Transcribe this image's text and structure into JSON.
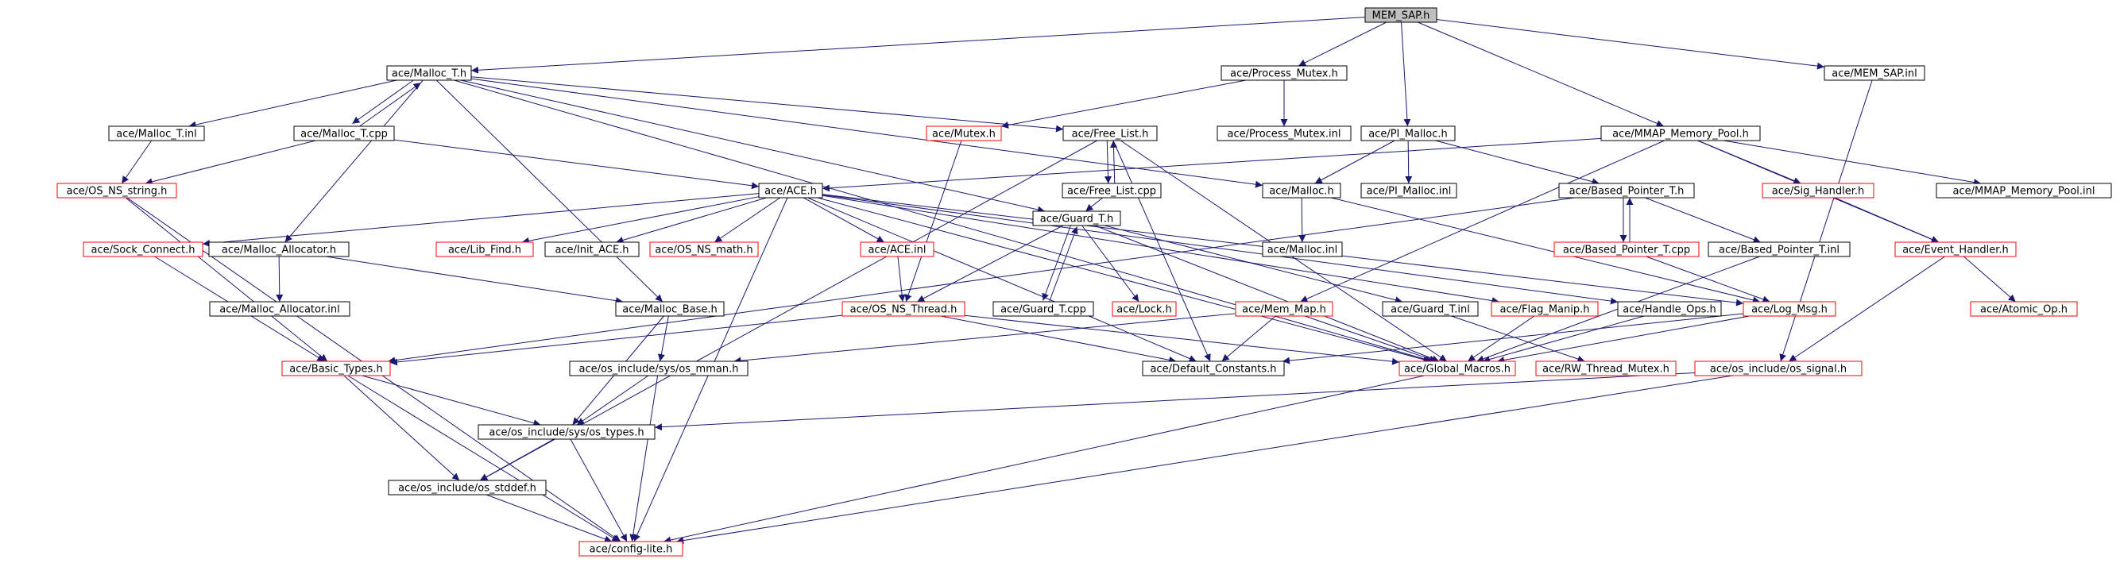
{
  "colors": {
    "edge": "#191970",
    "node_border_default": "#000000",
    "node_border_linked": "#ff0000",
    "root_fill": "#bfbfbf",
    "node_fill": "#ffffff"
  },
  "nodes": [
    {
      "id": "mem_sap_h",
      "label": "MEM_SAP.h",
      "border": "black",
      "root": true
    },
    {
      "id": "malloc_t_h",
      "label": "ace/Malloc_T.h",
      "border": "black"
    },
    {
      "id": "process_mutex_h",
      "label": "ace/Process_Mutex.h",
      "border": "black"
    },
    {
      "id": "mem_sap_inl",
      "label": "ace/MEM_SAP.inl",
      "border": "black"
    },
    {
      "id": "malloc_t_inl",
      "label": "ace/Malloc_T.inl",
      "border": "black"
    },
    {
      "id": "malloc_t_cpp",
      "label": "ace/Malloc_T.cpp",
      "border": "black"
    },
    {
      "id": "mutex_h",
      "label": "ace/Mutex.h",
      "border": "red"
    },
    {
      "id": "free_list_h",
      "label": "ace/Free_List.h",
      "border": "black"
    },
    {
      "id": "process_mutex_inl",
      "label": "ace/Process_Mutex.inl",
      "border": "black"
    },
    {
      "id": "pi_malloc_h",
      "label": "ace/PI_Malloc.h",
      "border": "black"
    },
    {
      "id": "mmap_memory_pool_h",
      "label": "ace/MMAP_Memory_Pool.h",
      "border": "black"
    },
    {
      "id": "os_ns_string_h",
      "label": "ace/OS_NS_string.h",
      "border": "red"
    },
    {
      "id": "free_list_cpp",
      "label": "ace/Free_List.cpp",
      "border": "black"
    },
    {
      "id": "ace_h",
      "label": "ace/ACE.h",
      "border": "black"
    },
    {
      "id": "malloc_h",
      "label": "ace/Malloc.h",
      "border": "black"
    },
    {
      "id": "pi_malloc_inl",
      "label": "ace/PI_Malloc.inl",
      "border": "black"
    },
    {
      "id": "based_pointer_t_h",
      "label": "ace/Based_Pointer_T.h",
      "border": "black"
    },
    {
      "id": "sig_handler_h",
      "label": "ace/Sig_Handler.h",
      "border": "red"
    },
    {
      "id": "mmap_memory_pool_inl",
      "label": "ace/MMAP_Memory_Pool.inl",
      "border": "black"
    },
    {
      "id": "sock_connect_h",
      "label": "ace/Sock_Connect.h",
      "border": "red"
    },
    {
      "id": "malloc_allocator_h",
      "label": "ace/Malloc_Allocator.h",
      "border": "black"
    },
    {
      "id": "lib_find_h",
      "label": "ace/Lib_Find.h",
      "border": "red"
    },
    {
      "id": "init_ace_h",
      "label": "ace/Init_ACE.h",
      "border": "black"
    },
    {
      "id": "os_ns_math_h",
      "label": "ace/OS_NS_math.h",
      "border": "red"
    },
    {
      "id": "ace_inl",
      "label": "ace/ACE.inl",
      "border": "red"
    },
    {
      "id": "guard_t_h",
      "label": "ace/Guard_T.h",
      "border": "black"
    },
    {
      "id": "malloc_inl",
      "label": "ace/Malloc.inl",
      "border": "black"
    },
    {
      "id": "based_pointer_t_cpp",
      "label": "ace/Based_Pointer_T.cpp",
      "border": "red"
    },
    {
      "id": "based_pointer_t_inl",
      "label": "ace/Based_Pointer_T.inl",
      "border": "black"
    },
    {
      "id": "event_handler_h",
      "label": "ace/Event_Handler.h",
      "border": "red"
    },
    {
      "id": "malloc_allocator_inl",
      "label": "ace/Malloc_Allocator.inl",
      "border": "black"
    },
    {
      "id": "malloc_base_h",
      "label": "ace/Malloc_Base.h",
      "border": "black"
    },
    {
      "id": "os_ns_thread_h",
      "label": "ace/OS_NS_Thread.h",
      "border": "red"
    },
    {
      "id": "guard_t_cpp",
      "label": "ace/Guard_T.cpp",
      "border": "black"
    },
    {
      "id": "lock_h",
      "label": "ace/Lock.h",
      "border": "red"
    },
    {
      "id": "mem_map_h",
      "label": "ace/Mem_Map.h",
      "border": "red"
    },
    {
      "id": "guard_t_inl",
      "label": "ace/Guard_T.inl",
      "border": "black"
    },
    {
      "id": "flag_manip_h",
      "label": "ace/Flag_Manip.h",
      "border": "red"
    },
    {
      "id": "handle_ops_h",
      "label": "ace/Handle_Ops.h",
      "border": "black"
    },
    {
      "id": "log_msg_h",
      "label": "ace/Log_Msg.h",
      "border": "red"
    },
    {
      "id": "atomic_op_h",
      "label": "ace/Atomic_Op.h",
      "border": "red"
    },
    {
      "id": "basic_types_h",
      "label": "ace/Basic_Types.h",
      "border": "red"
    },
    {
      "id": "os_mman_h",
      "label": "ace/os_include/sys/os_mman.h",
      "border": "black"
    },
    {
      "id": "default_constants_h",
      "label": "ace/Default_Constants.h",
      "border": "black"
    },
    {
      "id": "global_macros_h",
      "label": "ace/Global_Macros.h",
      "border": "red"
    },
    {
      "id": "rw_thread_mutex_h",
      "label": "ace/RW_Thread_Mutex.h",
      "border": "red"
    },
    {
      "id": "os_signal_h",
      "label": "ace/os_include/os_signal.h",
      "border": "red"
    },
    {
      "id": "os_types_h",
      "label": "ace/os_include/sys/os_types.h",
      "border": "black"
    },
    {
      "id": "os_stddef_h",
      "label": "ace/os_include/os_stddef.h",
      "border": "black"
    },
    {
      "id": "config_lite_h",
      "label": "ace/config-lite.h",
      "border": "red"
    }
  ],
  "edges": [
    [
      "mem_sap_h",
      "malloc_t_h"
    ],
    [
      "mem_sap_h",
      "process_mutex_h"
    ],
    [
      "mem_sap_h",
      "pi_malloc_h"
    ],
    [
      "mem_sap_h",
      "mmap_memory_pool_h"
    ],
    [
      "mem_sap_h",
      "mem_sap_inl"
    ],
    [
      "malloc_t_h",
      "malloc_t_inl"
    ],
    [
      "malloc_t_h",
      "malloc_t_cpp"
    ],
    [
      "malloc_t_h",
      "malloc_allocator_h"
    ],
    [
      "malloc_t_h",
      "malloc_base_h"
    ],
    [
      "malloc_t_h",
      "free_list_h"
    ],
    [
      "malloc_t_h",
      "guard_t_h"
    ],
    [
      "malloc_t_h",
      "malloc_h"
    ],
    [
      "malloc_t_h",
      "global_macros_h"
    ],
    [
      "malloc_t_cpp",
      "malloc_t_h"
    ],
    [
      "malloc_t_cpp",
      "os_ns_string_h"
    ],
    [
      "malloc_t_cpp",
      "ace_h"
    ],
    [
      "malloc_t_inl",
      "os_ns_string_h"
    ],
    [
      "process_mutex_h",
      "mutex_h"
    ],
    [
      "process_mutex_h",
      "process_mutex_inl"
    ],
    [
      "mutex_h",
      "os_ns_thread_h"
    ],
    [
      "free_list_h",
      "free_list_cpp"
    ],
    [
      "free_list_cpp",
      "free_list_h"
    ],
    [
      "free_list_cpp",
      "guard_t_h"
    ],
    [
      "free_list_h",
      "default_constants_h"
    ],
    [
      "free_list_h",
      "global_macros_h"
    ],
    [
      "free_list_h",
      "os_stddef_h"
    ],
    [
      "pi_malloc_h",
      "malloc_h"
    ],
    [
      "pi_malloc_h",
      "pi_malloc_inl"
    ],
    [
      "pi_malloc_h",
      "based_pointer_t_h"
    ],
    [
      "mmap_memory_pool_h",
      "ace_h"
    ],
    [
      "mmap_memory_pool_h",
      "sig_handler_h"
    ],
    [
      "mmap_memory_pool_h",
      "mmap_memory_pool_inl"
    ],
    [
      "mmap_memory_pool_h",
      "mem_map_h"
    ],
    [
      "mmap_memory_pool_h",
      "event_handler_h"
    ],
    [
      "mem_sap_inl",
      "os_signal_h"
    ],
    [
      "os_ns_string_h",
      "basic_types_h"
    ],
    [
      "os_ns_string_h",
      "config_lite_h"
    ],
    [
      "ace_h",
      "sock_connect_h"
    ],
    [
      "ace_h",
      "lib_find_h"
    ],
    [
      "ace_h",
      "init_ace_h"
    ],
    [
      "ace_h",
      "os_ns_math_h"
    ],
    [
      "ace_h",
      "ace_inl"
    ],
    [
      "ace_h",
      "default_constants_h"
    ],
    [
      "ace_h",
      "flag_manip_h"
    ],
    [
      "ace_h",
      "handle_ops_h"
    ],
    [
      "ace_h",
      "global_macros_h"
    ],
    [
      "ace_h",
      "config_lite_h"
    ],
    [
      "ace_h",
      "log_msg_h"
    ],
    [
      "malloc_h",
      "malloc_inl"
    ],
    [
      "malloc_h",
      "log_msg_h"
    ],
    [
      "based_pointer_t_h",
      "based_pointer_t_cpp"
    ],
    [
      "based_pointer_t_cpp",
      "based_pointer_t_h"
    ],
    [
      "based_pointer_t_h",
      "based_pointer_t_inl"
    ],
    [
      "based_pointer_t_h",
      "basic_types_h"
    ],
    [
      "based_pointer_t_cpp",
      "log_msg_h"
    ],
    [
      "based_pointer_t_inl",
      "global_macros_h"
    ],
    [
      "sig_handler_h",
      "event_handler_h"
    ],
    [
      "event_handler_h",
      "atomic_op_h"
    ],
    [
      "event_handler_h",
      "os_signal_h"
    ],
    [
      "sock_connect_h",
      "basic_types_h"
    ],
    [
      "malloc_allocator_h",
      "malloc_allocator_inl"
    ],
    [
      "malloc_allocator_h",
      "malloc_base_h"
    ],
    [
      "ace_inl",
      "os_ns_thread_h"
    ],
    [
      "guard_t_h",
      "guard_t_cpp"
    ],
    [
      "guard_t_cpp",
      "guard_t_h"
    ],
    [
      "guard_t_h",
      "lock_h"
    ],
    [
      "guard_t_h",
      "guard_t_inl"
    ],
    [
      "guard_t_h",
      "os_ns_thread_h"
    ],
    [
      "guard_t_h",
      "global_macros_h"
    ],
    [
      "guard_t_inl",
      "rw_thread_mutex_h"
    ],
    [
      "malloc_base_h",
      "os_mman_h"
    ],
    [
      "malloc_base_h",
      "os_types_h"
    ],
    [
      "os_ns_thread_h",
      "basic_types_h"
    ],
    [
      "os_ns_thread_h",
      "default_constants_h"
    ],
    [
      "os_ns_thread_h",
      "global_macros_h"
    ],
    [
      "mem_map_h",
      "os_mman_h"
    ],
    [
      "mem_map_h",
      "default_constants_h"
    ],
    [
      "mem_map_h",
      "global_macros_h"
    ],
    [
      "flag_manip_h",
      "global_macros_h"
    ],
    [
      "handle_ops_h",
      "global_macros_h"
    ],
    [
      "log_msg_h",
      "default_constants_h"
    ],
    [
      "log_msg_h",
      "global_macros_h"
    ],
    [
      "basic_types_h",
      "os_types_h"
    ],
    [
      "basic_types_h",
      "os_stddef_h"
    ],
    [
      "basic_types_h",
      "config_lite_h"
    ],
    [
      "os_mman_h",
      "os_types_h"
    ],
    [
      "os_mman_h",
      "config_lite_h"
    ],
    [
      "global_macros_h",
      "config_lite_h"
    ],
    [
      "os_signal_h",
      "os_types_h"
    ],
    [
      "os_signal_h",
      "config_lite_h"
    ],
    [
      "os_types_h",
      "os_stddef_h"
    ],
    [
      "os_types_h",
      "config_lite_h"
    ],
    [
      "os_stddef_h",
      "config_lite_h"
    ]
  ]
}
